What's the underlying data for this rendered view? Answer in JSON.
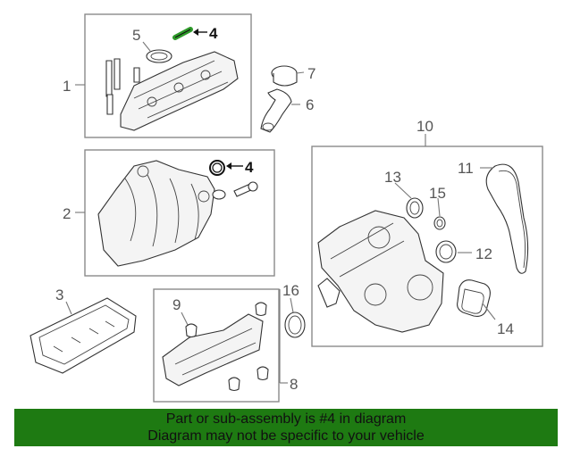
{
  "callouts": {
    "c1": "1",
    "c2": "2",
    "c3": "3",
    "c4a": "4",
    "c4b": "4",
    "c5": "5",
    "c6": "6",
    "c7": "7",
    "c8": "8",
    "c9": "9",
    "c10": "10",
    "c11": "11",
    "c12": "12",
    "c13": "13",
    "c14": "14",
    "c15": "15",
    "c16": "16"
  },
  "colors": {
    "banner_bg": "#1e7a12",
    "highlight_part": "#2e9a2a"
  },
  "banner": {
    "line1": "Part or sub-assembly is #4 in diagram",
    "line2": "Diagram may not be specific to your vehicle"
  }
}
